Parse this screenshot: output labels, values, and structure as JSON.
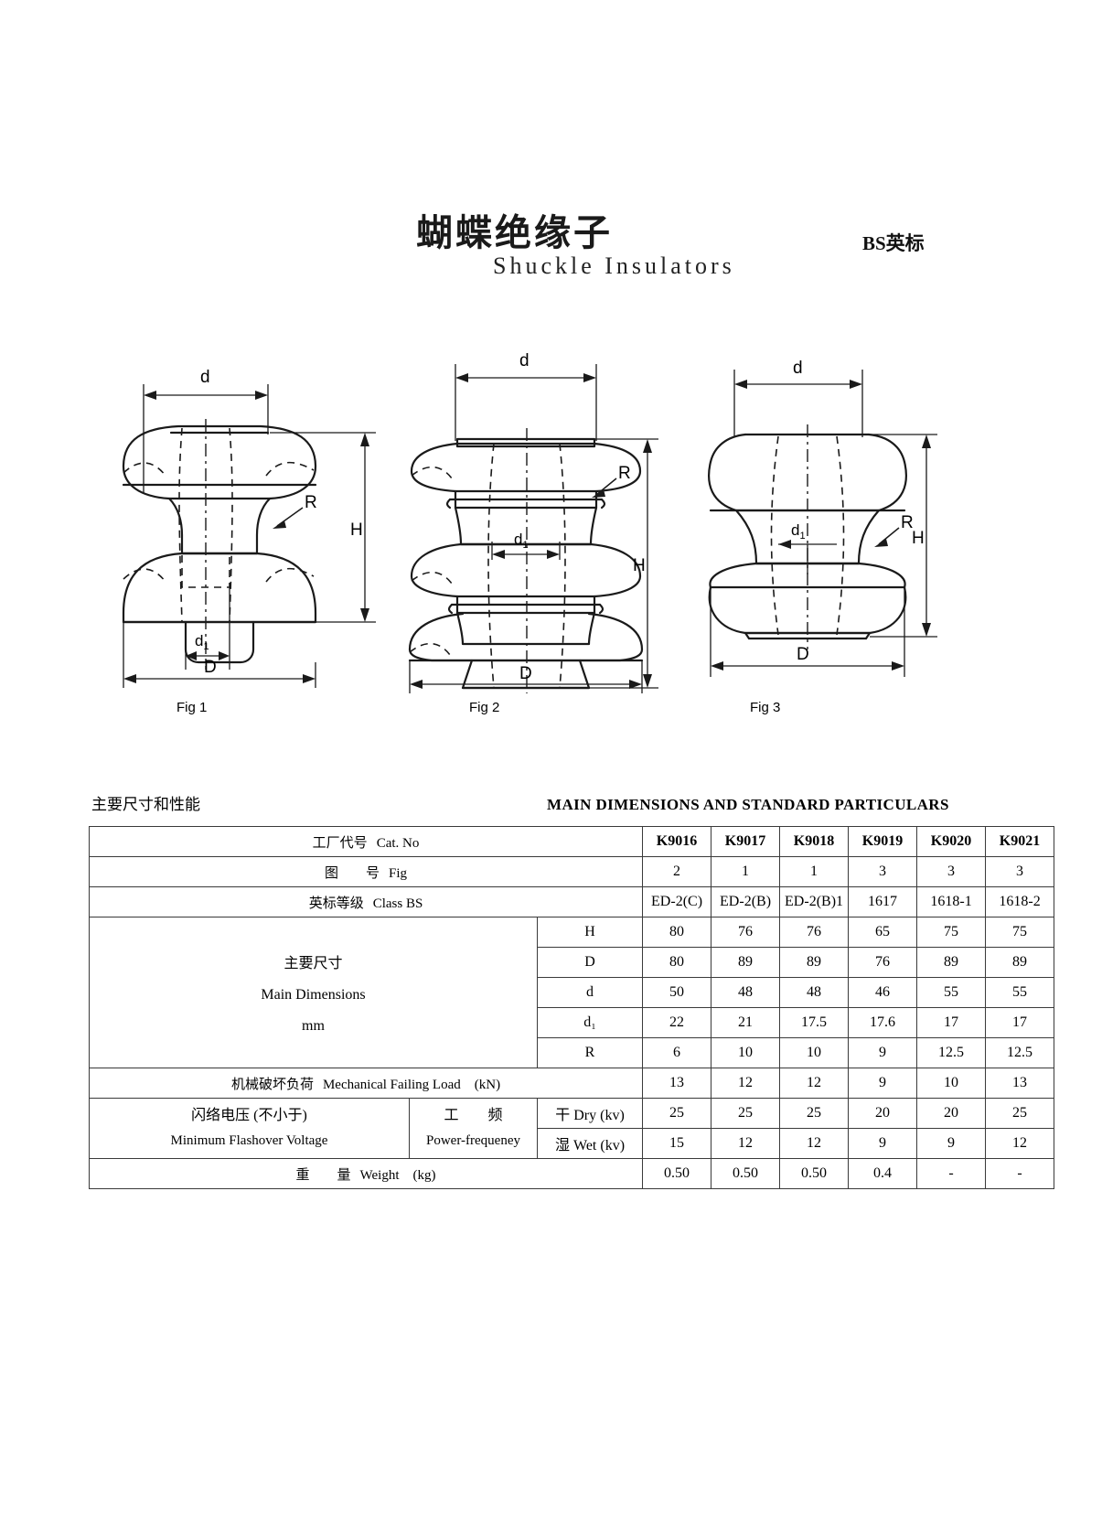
{
  "title": {
    "chinese": "蝴蝶绝缘子",
    "english": "Shuckle Insulators",
    "standard": "BS英标"
  },
  "figures": [
    {
      "caption": "Fig 1",
      "labels": {
        "d": "d",
        "D": "D",
        "d1": "d₁",
        "H": "H",
        "R": "R"
      }
    },
    {
      "caption": "Fig 2",
      "labels": {
        "d": "d",
        "D": "D",
        "d1": "d₁",
        "H": "H",
        "R": "R"
      }
    },
    {
      "caption": "Fig 3",
      "labels": {
        "d": "d",
        "D": "D",
        "d1": "d₁",
        "H": "H",
        "R": "R"
      }
    }
  ],
  "table_heading": {
    "chinese": "主要尺寸和性能",
    "english": "MAIN DIMENSIONS AND STANDARD PARTICULARS"
  },
  "table": {
    "row_catno": {
      "label_cn": "工厂代号",
      "label_en": "Cat. No",
      "values": [
        "K9016",
        "K9017",
        "K9018",
        "K9019",
        "K9020",
        "K9021"
      ]
    },
    "row_fig": {
      "label_cn": "图　　号",
      "label_en": "Fig",
      "values": [
        "2",
        "1",
        "1",
        "3",
        "3",
        "3"
      ]
    },
    "row_class": {
      "label_cn": "英标等级",
      "label_en": "Class BS",
      "values": [
        "ED-2(C)",
        "ED-2(B)",
        "ED-2(B)1",
        "1617",
        "1618-1",
        "1618-2"
      ]
    },
    "dimensions_group": {
      "label_cn": "主要尺寸",
      "label_en": "Main Dimensions",
      "unit": "mm",
      "rows": [
        {
          "symbol": "H",
          "values": [
            "80",
            "76",
            "76",
            "65",
            "75",
            "75"
          ]
        },
        {
          "symbol": "D",
          "values": [
            "80",
            "89",
            "89",
            "76",
            "89",
            "89"
          ]
        },
        {
          "symbol": "d",
          "values": [
            "50",
            "48",
            "48",
            "46",
            "55",
            "55"
          ]
        },
        {
          "symbol": "d₁",
          "values": [
            "22",
            "21",
            "17.5",
            "17.6",
            "17",
            "17"
          ]
        },
        {
          "symbol": "R",
          "values": [
            "6",
            "10",
            "10",
            "9",
            "12.5",
            "12.5"
          ]
        }
      ]
    },
    "row_mfl": {
      "label_cn": "机械破坏负荷",
      "label_en": "Mechanical Failing Load　(kN)",
      "values": [
        "13",
        "12",
        "12",
        "9",
        "10",
        "13"
      ]
    },
    "flashover": {
      "label_cn": "闪络电压 (不小于)",
      "label_en": "Minimum Flashover Voltage",
      "freq_cn": "工　　频",
      "freq_en": "Power-frequeney",
      "rows": [
        {
          "cond_cn": "干",
          "cond_en": "Dry (kv)",
          "values": [
            "25",
            "25",
            "25",
            "20",
            "20",
            "25"
          ]
        },
        {
          "cond_cn": "湿",
          "cond_en": "Wet (kv)",
          "values": [
            "15",
            "12",
            "12",
            "9",
            "9",
            "12"
          ]
        }
      ]
    },
    "row_weight": {
      "label_cn": "重　　量",
      "label_en": "Weight　(kg)",
      "values": [
        "0.50",
        "0.50",
        "0.50",
        "0.4",
        "-",
        "-"
      ]
    }
  },
  "colors": {
    "line": "#1a1a1a",
    "border": "#3a3a3a",
    "text": "#000000"
  }
}
